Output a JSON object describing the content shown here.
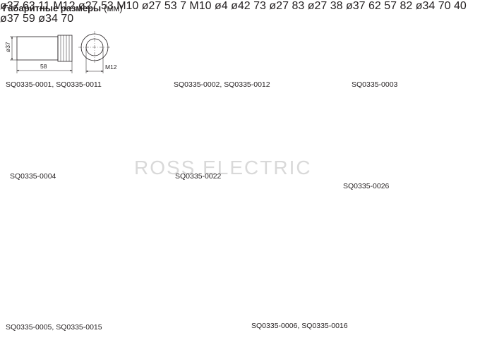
{
  "header": {
    "title": "Габаритные размеры",
    "unit": "(мм)"
  },
  "watermark": "ROSS ELECTRIC",
  "drawings": [
    {
      "caption": "SQ0335-0001, SQ0335-0011",
      "dims": [
        "ø37",
        "58",
        "M12"
      ]
    },
    {
      "caption": "SQ0335-0002, SQ0335-0012",
      "dims": [
        "ø37",
        "63",
        "M12",
        "11"
      ]
    },
    {
      "caption": "SQ0335-0003",
      "dims": [
        "ø27",
        "53",
        "M10"
      ]
    },
    {
      "caption": "SQ0335-0004",
      "dims": [
        "ø27",
        "53",
        "M10",
        "7"
      ]
    },
    {
      "caption": "SQ0335-0022",
      "dims": [
        "ø4",
        "ø42",
        "73",
        "ø27"
      ]
    },
    {
      "caption": "SQ0335-0026",
      "dims": [
        "83",
        "ø27"
      ]
    },
    {
      "caption": "SQ0335-0005, SQ0335-0015",
      "dims": [
        "38",
        "ø37",
        "62",
        "57",
        "82",
        "ø34",
        "70"
      ]
    },
    {
      "caption": "SQ0335-0006, SQ0335-0016",
      "dims": [
        "40",
        "ø37",
        "59",
        "ø34",
        "70"
      ]
    }
  ]
}
